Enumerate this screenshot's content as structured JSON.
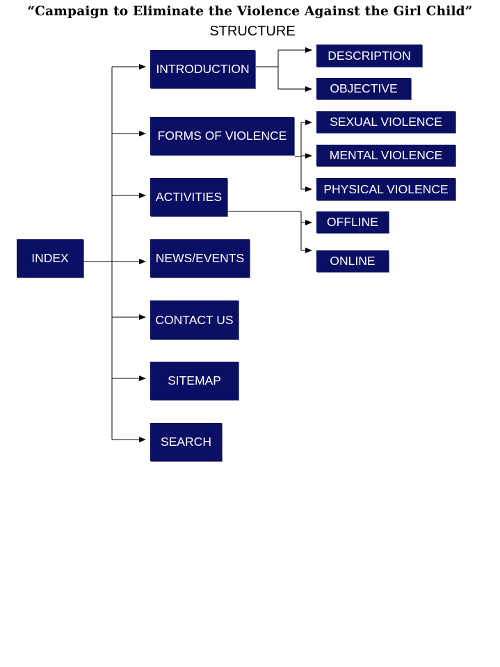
{
  "title": "“Campaign to Eliminate the Violence Against the Girl Child”",
  "subtitle": "STRUCTURE",
  "index": {
    "label": "INDEX"
  },
  "main_items": [
    {
      "label": "INTRODUCTION"
    },
    {
      "label": "FORMS OF VIOLENCE"
    },
    {
      "label": "ACTIVITIES"
    },
    {
      "label": "NEWS/EVENTS"
    },
    {
      "label": "CONTACT US"
    },
    {
      "label": "SITEMAP"
    },
    {
      "label": "SEARCH"
    }
  ],
  "introduction_children": [
    {
      "label": "DESCRIPTION"
    },
    {
      "label": "OBJECTIVE"
    }
  ],
  "forms_children": [
    {
      "label": "SEXUAL VIOLENCE"
    },
    {
      "label": "MENTAL VIOLENCE"
    },
    {
      "label": "PHYSICAL VIOLENCE"
    }
  ],
  "activities_children": [
    {
      "label": "OFFLINE"
    },
    {
      "label": "ONLINE"
    }
  ],
  "colors": {
    "node_fill": "#0b0f63",
    "node_text": "#ffffff",
    "connector": "#000000"
  }
}
